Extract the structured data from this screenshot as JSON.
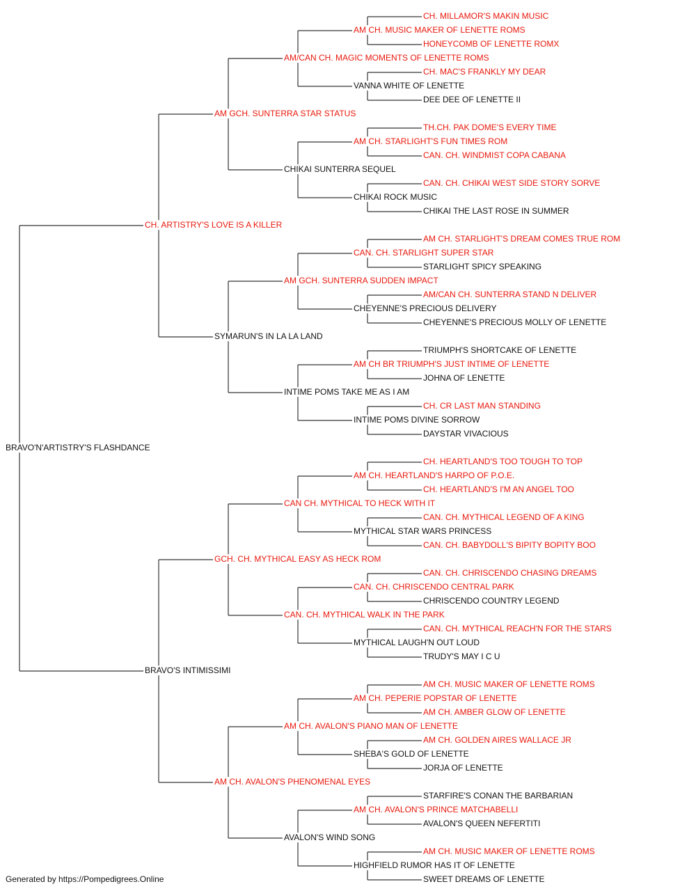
{
  "colors": {
    "champion": "#e8180c",
    "normal": "#111111",
    "lines": "#333333"
  },
  "footer": "Generated by https://Pompedigrees.Online",
  "dogs": [
    {
      "gen": 0,
      "slot": 0,
      "name": "BRAVO'N'ARTISTRY'S FLASHDANCE",
      "titled": false
    },
    {
      "gen": 1,
      "slot": 0,
      "name": "CH. ARTISTRY'S LOVE IS A KILLER",
      "titled": true
    },
    {
      "gen": 1,
      "slot": 1,
      "name": "BRAVO'S INTIMISSIMI",
      "titled": false
    },
    {
      "gen": 2,
      "slot": 0,
      "name": "AM GCH. SUNTERRA STAR STATUS",
      "titled": true
    },
    {
      "gen": 2,
      "slot": 1,
      "name": "SYMARUN'S IN LA LA LAND",
      "titled": false
    },
    {
      "gen": 2,
      "slot": 2,
      "name": "GCH. CH. MYTHICAL EASY AS HECK ROM",
      "titled": true
    },
    {
      "gen": 2,
      "slot": 3,
      "name": "AM CH. AVALON'S PHENOMENAL EYES",
      "titled": true
    },
    {
      "gen": 3,
      "slot": 0,
      "name": "AM/CAN CH. MAGIC MOMENTS OF LENETTE ROMS",
      "titled": true
    },
    {
      "gen": 3,
      "slot": 1,
      "name": "CHIKAI SUNTERRA SEQUEL",
      "titled": false
    },
    {
      "gen": 3,
      "slot": 2,
      "name": "AM GCH. SUNTERRA SUDDEN IMPACT",
      "titled": true
    },
    {
      "gen": 3,
      "slot": 3,
      "name": "INTIME POMS TAKE ME AS I AM",
      "titled": false
    },
    {
      "gen": 3,
      "slot": 4,
      "name": "CAN CH. MYTHICAL TO HECK WITH IT",
      "titled": true
    },
    {
      "gen": 3,
      "slot": 5,
      "name": "CAN. CH. MYTHICAL WALK IN THE PARK",
      "titled": true
    },
    {
      "gen": 3,
      "slot": 6,
      "name": "AM CH. AVALON'S PIANO MAN OF LENETTE",
      "titled": true
    },
    {
      "gen": 3,
      "slot": 7,
      "name": "AVALON'S WIND SONG",
      "titled": false
    },
    {
      "gen": 4,
      "slot": 0,
      "name": "AM CH. MUSIC MAKER OF LENETTE ROMS",
      "titled": true
    },
    {
      "gen": 4,
      "slot": 1,
      "name": "VANNA WHITE OF LENETTE",
      "titled": false
    },
    {
      "gen": 4,
      "slot": 2,
      "name": "AM CH. STARLIGHT'S FUN TIMES ROM",
      "titled": true
    },
    {
      "gen": 4,
      "slot": 3,
      "name": "CHIKAI ROCK MUSIC",
      "titled": false
    },
    {
      "gen": 4,
      "slot": 4,
      "name": "CAN. CH. STARLIGHT SUPER STAR",
      "titled": true
    },
    {
      "gen": 4,
      "slot": 5,
      "name": "CHEYENNE'S PRECIOUS DELIVERY",
      "titled": false
    },
    {
      "gen": 4,
      "slot": 6,
      "name": "AM CH BR TRIUMPH'S JUST INTIME OF LENETTE",
      "titled": true
    },
    {
      "gen": 4,
      "slot": 7,
      "name": "INTIME POMS DIVINE SORROW",
      "titled": false
    },
    {
      "gen": 4,
      "slot": 8,
      "name": "AM CH. HEARTLAND'S HARPO OF P.O.E.",
      "titled": true
    },
    {
      "gen": 4,
      "slot": 9,
      "name": "MYTHICAL STAR WARS PRINCESS",
      "titled": false
    },
    {
      "gen": 4,
      "slot": 10,
      "name": "CAN. CH. CHRISCENDO CENTRAL PARK",
      "titled": true
    },
    {
      "gen": 4,
      "slot": 11,
      "name": "MYTHICAL LAUGH'N OUT LOUD",
      "titled": false
    },
    {
      "gen": 4,
      "slot": 12,
      "name": "AM CH. PEPERIE POPSTAR OF LENETTE",
      "titled": true
    },
    {
      "gen": 4,
      "slot": 13,
      "name": "SHEBA'S GOLD OF LENETTE",
      "titled": false
    },
    {
      "gen": 4,
      "slot": 14,
      "name": "AM CH. AVALON'S PRINCE MATCHABELLI",
      "titled": true
    },
    {
      "gen": 4,
      "slot": 15,
      "name": "HIGHFIELD RUMOR HAS IT OF LENETTE",
      "titled": false
    },
    {
      "gen": 5,
      "slot": 0,
      "name": "CH. MILLAMOR'S MAKIN MUSIC",
      "titled": true
    },
    {
      "gen": 5,
      "slot": 1,
      "name": "HONEYCOMB OF LENETTE ROMX",
      "titled": true
    },
    {
      "gen": 5,
      "slot": 2,
      "name": "CH. MAC'S FRANKLY MY DEAR",
      "titled": true
    },
    {
      "gen": 5,
      "slot": 3,
      "name": "DEE DEE OF LENETTE II",
      "titled": false
    },
    {
      "gen": 5,
      "slot": 4,
      "name": "TH.CH. PAK DOME'S EVERY TIME",
      "titled": true
    },
    {
      "gen": 5,
      "slot": 5,
      "name": "CAN. CH. WINDMIST COPA CABANA",
      "titled": true
    },
    {
      "gen": 5,
      "slot": 6,
      "name": "CAN. CH. CHIKAI WEST SIDE STORY SORVE",
      "titled": true
    },
    {
      "gen": 5,
      "slot": 7,
      "name": "CHIKAI THE LAST ROSE IN SUMMER",
      "titled": false
    },
    {
      "gen": 5,
      "slot": 8,
      "name": "AM CH. STARLIGHT'S DREAM COMES TRUE ROM",
      "titled": true
    },
    {
      "gen": 5,
      "slot": 9,
      "name": "STARLIGHT SPICY SPEAKING",
      "titled": false
    },
    {
      "gen": 5,
      "slot": 10,
      "name": "AM/CAN CH. SUNTERRA STAND N DELIVER",
      "titled": true
    },
    {
      "gen": 5,
      "slot": 11,
      "name": "CHEYENNE'S PRECIOUS MOLLY OF LENETTE",
      "titled": false
    },
    {
      "gen": 5,
      "slot": 12,
      "name": "TRIUMPH'S SHORTCAKE OF LENETTE",
      "titled": false
    },
    {
      "gen": 5,
      "slot": 13,
      "name": "JOHNA OF LENETTE",
      "titled": false
    },
    {
      "gen": 5,
      "slot": 14,
      "name": "CH. CR LAST MAN STANDING",
      "titled": true
    },
    {
      "gen": 5,
      "slot": 15,
      "name": "DAYSTAR VIVACIOUS",
      "titled": false
    },
    {
      "gen": 5,
      "slot": 16,
      "name": "CH. HEARTLAND'S TOO TOUGH TO TOP",
      "titled": true
    },
    {
      "gen": 5,
      "slot": 17,
      "name": "CH. HEARTLAND'S I'M AN ANGEL TOO",
      "titled": true
    },
    {
      "gen": 5,
      "slot": 18,
      "name": "CAN. CH. MYTHICAL LEGEND OF A KING",
      "titled": true
    },
    {
      "gen": 5,
      "slot": 19,
      "name": "CAN. CH. BABYDOLL'S BIPITY BOPITY BOO",
      "titled": true
    },
    {
      "gen": 5,
      "slot": 20,
      "name": "CAN. CH. CHRISCENDO CHASING DREAMS",
      "titled": true
    },
    {
      "gen": 5,
      "slot": 21,
      "name": "CHRISCENDO COUNTRY LEGEND",
      "titled": false
    },
    {
      "gen": 5,
      "slot": 22,
      "name": "CAN. CH. MYTHICAL REACH'N FOR THE STARS",
      "titled": true
    },
    {
      "gen": 5,
      "slot": 23,
      "name": "TRUDY'S MAY I C U",
      "titled": false
    },
    {
      "gen": 5,
      "slot": 24,
      "name": "AM CH. MUSIC MAKER OF LENETTE ROMS",
      "titled": true
    },
    {
      "gen": 5,
      "slot": 25,
      "name": "AM CH. AMBER GLOW OF LENETTE",
      "titled": true
    },
    {
      "gen": 5,
      "slot": 26,
      "name": "AM CH. GOLDEN AIRES WALLACE JR",
      "titled": true
    },
    {
      "gen": 5,
      "slot": 27,
      "name": "JORJA OF LENETTE",
      "titled": false
    },
    {
      "gen": 5,
      "slot": 28,
      "name": "STARFIRE'S CONAN THE BARBARIAN",
      "titled": false
    },
    {
      "gen": 5,
      "slot": 29,
      "name": "AVALON'S QUEEN NEFERTITI",
      "titled": false
    },
    {
      "gen": 5,
      "slot": 30,
      "name": "AM CH. MUSIC MAKER OF LENETTE ROMS",
      "titled": true
    },
    {
      "gen": 5,
      "slot": 31,
      "name": "SWEET DREAMS OF LENETTE",
      "titled": false
    }
  ]
}
